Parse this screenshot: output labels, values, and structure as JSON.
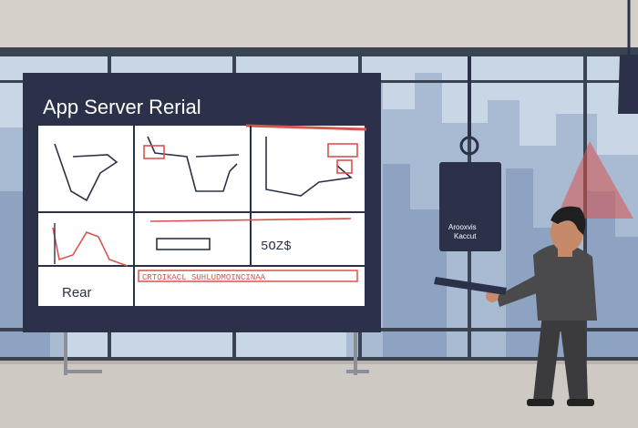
{
  "board": {
    "title": "App Server Rerial",
    "cells": {
      "money_label": "5OZ$",
      "bottom_left_label": "Rear",
      "red_banner_text": "CRTOIKACL SUHLUDMOINCINAA"
    }
  },
  "sign": {
    "line1": "Arooxvis",
    "line2": "Kaccut"
  },
  "colors": {
    "accent_red": "#d9534f",
    "board_frame": "#2b3149",
    "wall": "#d9d4cf",
    "floor": "#cfc9c4",
    "city_blue": "#9fb4cf",
    "suit_grey": "#4a4a4c"
  },
  "icons": [
    "stand-legs",
    "pendant-lamp",
    "hanging-sign",
    "tablet"
  ]
}
